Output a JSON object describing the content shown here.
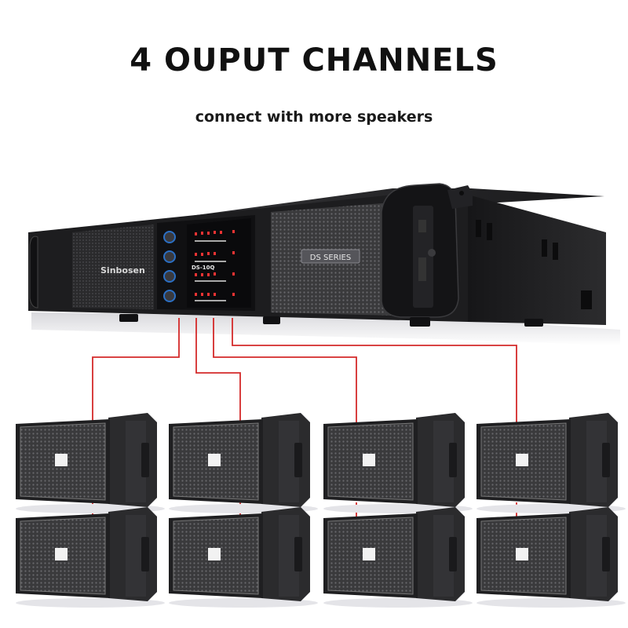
{
  "headline": "4 OUPUT CHANNELS",
  "subline": "connect with more speakers",
  "amplifier": {
    "brand": "Sinbosen",
    "model": "DS-10Q",
    "series_badge": "DS SERIES"
  },
  "colors": {
    "background": "#ffffff",
    "wire": "#d42a2a",
    "amp_body": "#1c1c1e",
    "speaker_body": "#2b2b2d"
  },
  "channels": 4,
  "speaker_count": 8
}
